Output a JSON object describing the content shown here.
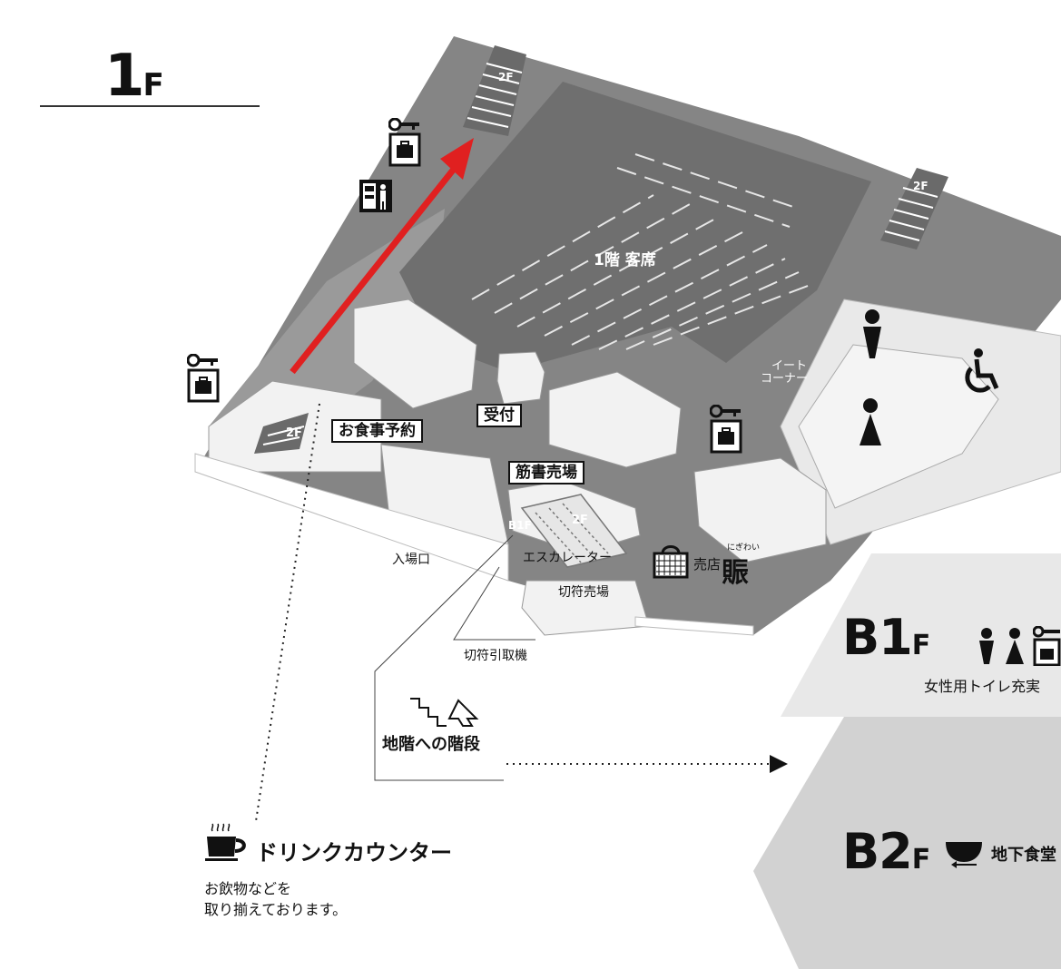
{
  "floor": {
    "number": "1",
    "suffix": "F"
  },
  "map_labels": {
    "seating": "1階 客席",
    "meal_reservation": "お食事予約",
    "reception": "受付",
    "program_shop": "筋書売場",
    "entrance": "入場口",
    "escalator": "エスカレーター",
    "ticket_sales": "切符売場",
    "ticket_machine": "切符引取機",
    "shop": "売店",
    "shop_name": "賑",
    "shop_name_ruby": "にぎわい",
    "eat_corner_line1": "イート",
    "eat_corner_line2": "コーナー",
    "to_2f_left": "2F",
    "to_2f_top": "2F",
    "to_2f_right": "2F",
    "to_2f_escalator": "2F",
    "to_b1f": "B1F"
  },
  "stairs_to_basement": {
    "label": "地階への階段"
  },
  "drink_counter": {
    "title": "ドリンクカウンター",
    "desc_line1": "お飲物などを",
    "desc_line2": "取り揃えております。"
  },
  "basement_1": {
    "number": "B1",
    "suffix": "F",
    "description": "女性用トイレ充実"
  },
  "basement_2": {
    "number": "B2",
    "suffix": "F",
    "description": "地下食堂"
  },
  "icons": [
    "key-locker-icon",
    "vending-machine-icon",
    "male-restroom-icon",
    "female-restroom-icon",
    "wheelchair-icon",
    "shopping-bag-icon",
    "coffee-cup-icon",
    "stairs-down-icon",
    "bowl-icon"
  ],
  "colors": {
    "route_arrow": "#e02020",
    "floor_dark": "#7a7a7a",
    "floor_light": "#d8d8d8",
    "basement_b1": "#e6e6e6",
    "basement_b2": "#cfcfcf"
  }
}
